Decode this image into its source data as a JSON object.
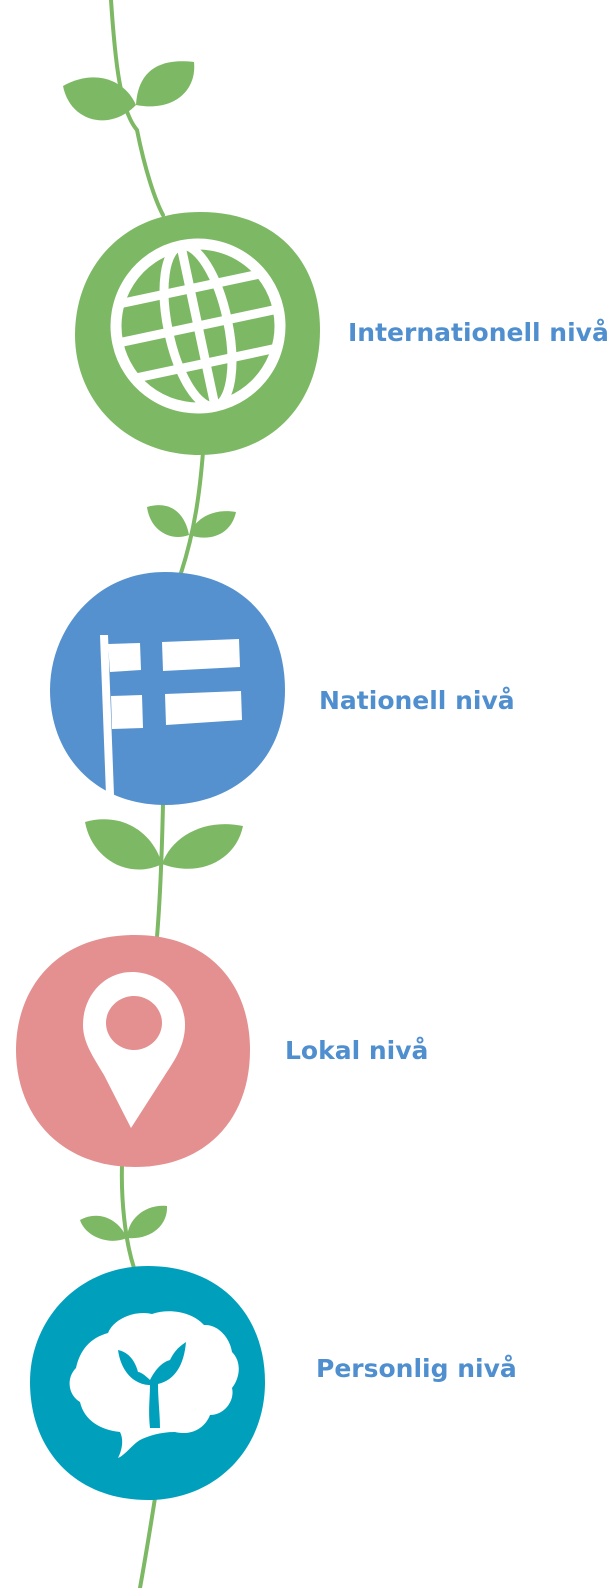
{
  "colors": {
    "stem": "#7db964",
    "leaf": "#7db964",
    "label": "#4f8fcf",
    "international": "#7db964",
    "national": "#5591cf",
    "local": "#e49090",
    "personal": "#00a0bd",
    "icon": "#ffffff"
  },
  "levels": [
    {
      "label": "Internationell nivå",
      "icon": "globe-icon"
    },
    {
      "label": "Nationell nivå",
      "icon": "flag-icon"
    },
    {
      "label": "Lokal nivå",
      "icon": "map-pin-icon"
    },
    {
      "label": "Personlig nivå",
      "icon": "head-sprout-icon"
    }
  ]
}
